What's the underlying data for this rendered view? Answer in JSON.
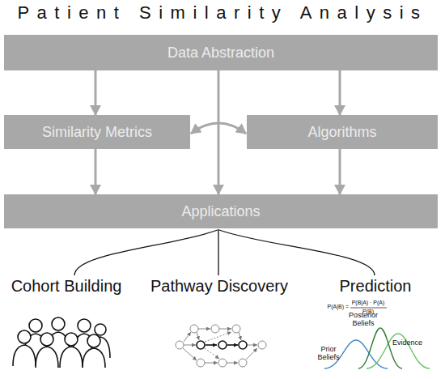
{
  "diagram": {
    "title": "Patient Similarity Analysis",
    "nodes": [
      {
        "text": [
          "Data Abstraction"
        ]
      },
      {
        "text": [
          "Similarity Metrics"
        ]
      },
      {
        "text": [
          "Algorithms"
        ]
      },
      {
        "text": [
          "Applications"
        ]
      }
    ],
    "edges": [
      {
        "from": 0,
        "to": 1,
        "arrow": "to"
      },
      {
        "from": 0,
        "to": 3,
        "arrow": "to"
      },
      {
        "from": 0,
        "to": 2,
        "arrow": "to"
      },
      {
        "from": 1,
        "to": 2,
        "arrow": "both"
      },
      {
        "from": 1,
        "to": 3,
        "arrow": "to"
      },
      {
        "from": 2,
        "to": 3,
        "arrow": "to"
      }
    ],
    "labels": [
      "Cohort Building",
      "Pathway Discovery",
      "Prediction",
      "P(A|B) =",
      "P(B|A) · P(A)",
      "P(B)",
      "Posterior Beliefs",
      "Prior Beliefs",
      "Evidence"
    ]
  }
}
